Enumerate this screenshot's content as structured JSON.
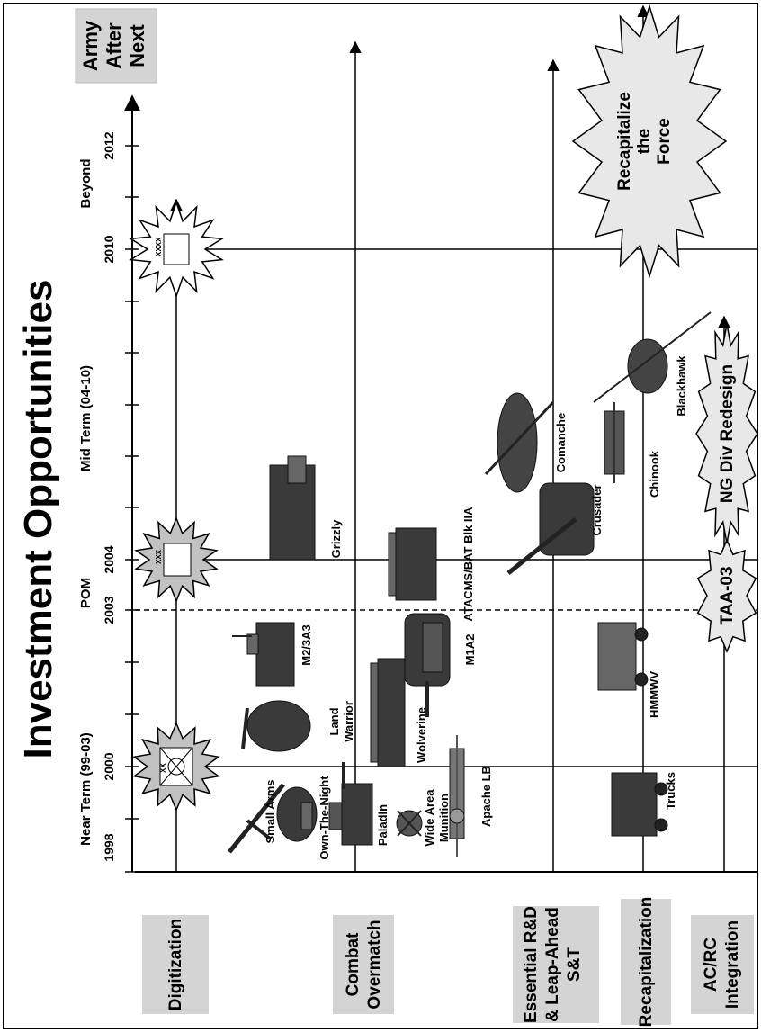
{
  "title": "Investment Opportunities",
  "phases": {
    "near_term": "Near Term (99-03)",
    "pom": "POM",
    "mid_term": "Mid Term (04-10)",
    "beyond": "Beyond"
  },
  "years": [
    "1998",
    "2000",
    "2003",
    "2004",
    "2010",
    "2012"
  ],
  "army_after_next": [
    "Army",
    "After",
    "Next"
  ],
  "categories": [
    {
      "id": "digitization",
      "lines": [
        "Digitization"
      ]
    },
    {
      "id": "combat-overmatch",
      "lines": [
        "Combat",
        "Overmatch"
      ]
    },
    {
      "id": "essential-rd",
      "lines": [
        "Essential R&D",
        "& Leap-Ahead",
        "S&T"
      ]
    },
    {
      "id": "recapitalization",
      "lines": [
        "Recapitalization"
      ]
    },
    {
      "id": "acrc-integration",
      "lines": [
        "AC/RC",
        "Integration"
      ]
    }
  ],
  "digitization_markers": [
    "XX",
    "XXX",
    "XXXX"
  ],
  "systems": {
    "small_arms": "Small Arms",
    "own_the_night": "Own-The-Night",
    "paladin": "Paladin",
    "wide_area_munition": [
      "Wide Area",
      "Munition"
    ],
    "apache_lb": "Apache LB",
    "land_warrior": [
      "Land",
      "Warrior"
    ],
    "wolverine": "Wolverine",
    "m2_3a3": "M2/3A3",
    "m1a2": "M1A2",
    "atacms": "ATACMS/BAT Blk IIA",
    "grizzly": "Grizzly",
    "comanche": "Comanche",
    "crusader": "Crusader",
    "chinook": "Chinook",
    "blackhawk": "Blackhawk",
    "trucks": "Trucks",
    "hmmwv": "HMMWV"
  },
  "milestones": {
    "recapitalize": [
      "Recapitalize",
      "the",
      "Force"
    ],
    "taa": "TAA-03",
    "ng_div": "NG Div Redesign"
  },
  "colors": {
    "label_bg": "#d4d4d4",
    "star_fill": "#c2c2c2",
    "burst_fill": "#e8e8e8",
    "vehicle": "#3a3a3a"
  }
}
